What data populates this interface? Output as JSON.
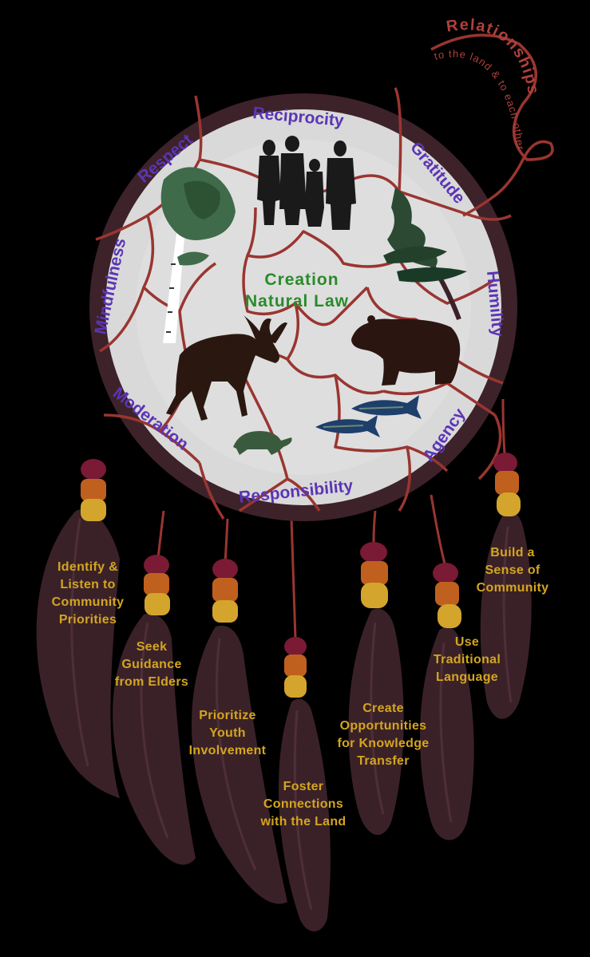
{
  "diagram": {
    "type": "dreamcatcher",
    "relationships": {
      "title": "Relationships",
      "subtitle": "to the land & to each other"
    },
    "center": {
      "line1": "Creation",
      "line2": "Natural Law"
    },
    "values": [
      {
        "label": "Reciprocity"
      },
      {
        "label": "Gratitude"
      },
      {
        "label": "Humility"
      },
      {
        "label": "Agency"
      },
      {
        "label": "Responsibility"
      },
      {
        "label": "Moderation"
      },
      {
        "label": "Mindfulness"
      },
      {
        "label": "Respect"
      }
    ],
    "icons": [
      {
        "name": "family-silhouette"
      },
      {
        "name": "birch-tree"
      },
      {
        "name": "pine-tree"
      },
      {
        "name": "moose"
      },
      {
        "name": "bear"
      },
      {
        "name": "fish"
      },
      {
        "name": "turtle"
      }
    ],
    "feathers": [
      {
        "label_lines": [
          "Identify &",
          "Listen to",
          "Community",
          "Priorities"
        ]
      },
      {
        "label_lines": [
          "Seek",
          "Guidance",
          "from Elders"
        ]
      },
      {
        "label_lines": [
          "Prioritize",
          "Youth",
          "Involvement"
        ]
      },
      {
        "label_lines": [
          "Foster",
          "Connections",
          "with the Land"
        ]
      },
      {
        "label_lines": [
          "Create",
          "Opportunities",
          "for Knowledge",
          "Transfer"
        ]
      },
      {
        "label_lines": [
          "Use",
          "Traditional",
          "Language"
        ]
      },
      {
        "label_lines": [
          "Build a",
          "Sense of",
          "Community"
        ]
      }
    ],
    "colors": {
      "background": "#000000",
      "hoop": "#3d2229",
      "disc": "#d9d9d9",
      "web": "#9a3530",
      "value_text": "#5b35b5",
      "center_text": "#2a8a2a",
      "action_text": "#d4a520",
      "feather": "#3a2128",
      "bead_top": "#7a1a35",
      "bead_mid": "#c0601e",
      "bead_bottom": "#d4a52c",
      "relationships_text": "#b0403a"
    }
  }
}
